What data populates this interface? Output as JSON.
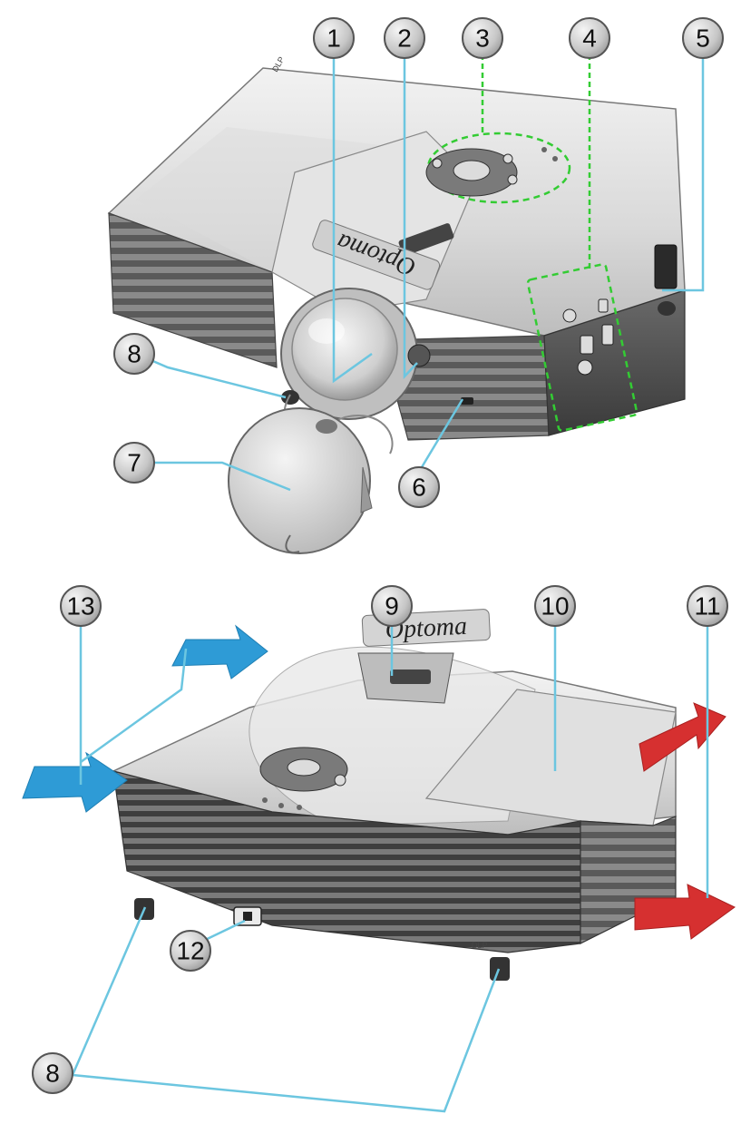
{
  "callouts": {
    "c1": "1",
    "c2": "2",
    "c3": "3",
    "c4": "4",
    "c5": "5",
    "c6": "6",
    "c7": "7",
    "c8_top": "8",
    "c9": "9",
    "c10": "10",
    "c11": "11",
    "c12": "12",
    "c13": "13",
    "c8_bottom": "8"
  },
  "brand": {
    "top_logo": "Optoma",
    "bottom_logo": "Optoma",
    "dlp_mark": "DLP"
  },
  "colors": {
    "leader_line": "#6cc6e0",
    "keypad_highlight": "#33cc33",
    "intake_arrow": "#2e9bd6",
    "exhaust_arrow": "#d63030",
    "callout_fill": "#c8c8c8"
  }
}
